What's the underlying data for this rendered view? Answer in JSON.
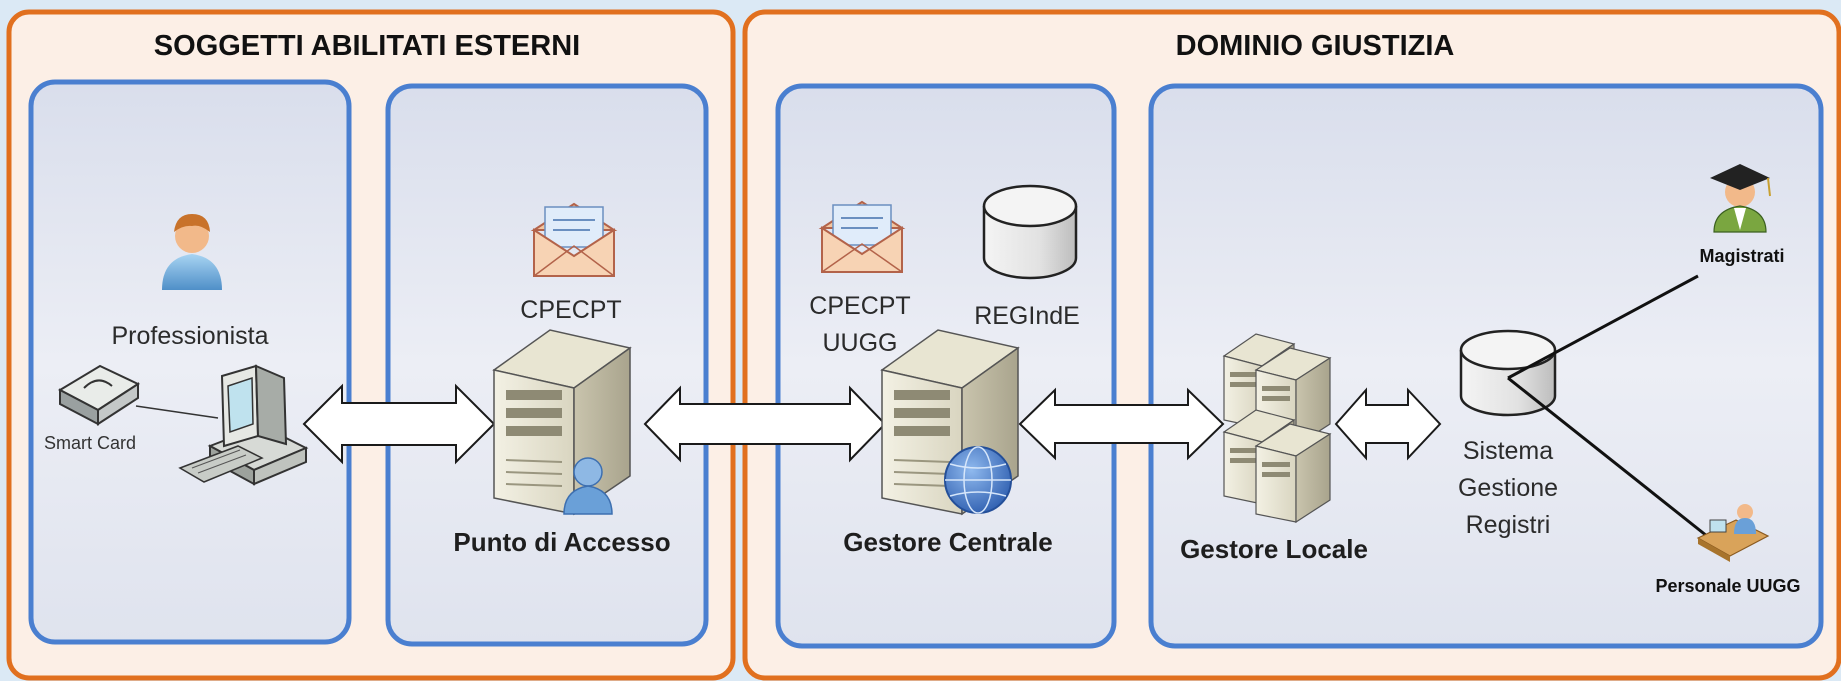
{
  "sections": {
    "external": {
      "title": "SOGGETTI ABILITATI ESTERNI"
    },
    "justice": {
      "title": "DOMINIO GIUSTIZIA"
    }
  },
  "nodes": {
    "professionista": {
      "label": "Professionista",
      "icon": "user-icon"
    },
    "smart_card": {
      "label": "Smart Card",
      "icon": "smart-card-reader-icon"
    },
    "pc": {
      "icon": "desktop-computer-icon"
    },
    "cpecpt_pda": {
      "label": "CPECPT",
      "icon": "envelope-icon"
    },
    "punto_accesso": {
      "label": "Punto di Accesso",
      "icon": "server-user-icon"
    },
    "cpecpt_uugg": {
      "line1": "CPECPT",
      "line2": "UUGG",
      "icon": "envelope-icon"
    },
    "regind": {
      "label": "REGIndE",
      "icon": "database-icon"
    },
    "gestore_centrale": {
      "label": "Gestore Centrale",
      "icon": "server-globe-icon"
    },
    "gestore_locale": {
      "label": "Gestore Locale",
      "icon": "server-cluster-icon"
    },
    "sgr": {
      "line1": "Sistema",
      "line2": "Gestione",
      "line3": "Registri",
      "icon": "database-icon"
    },
    "magistrati": {
      "label": "Magistrati",
      "icon": "graduate-icon"
    },
    "personale": {
      "label": "Personale UUGG",
      "icon": "desk-worker-icon"
    }
  },
  "colors": {
    "section_border": "#e1701f",
    "section_fill": "#fcefe6",
    "panel_border": "#4a7fd0",
    "panel_fill": "#e3e7f1"
  }
}
